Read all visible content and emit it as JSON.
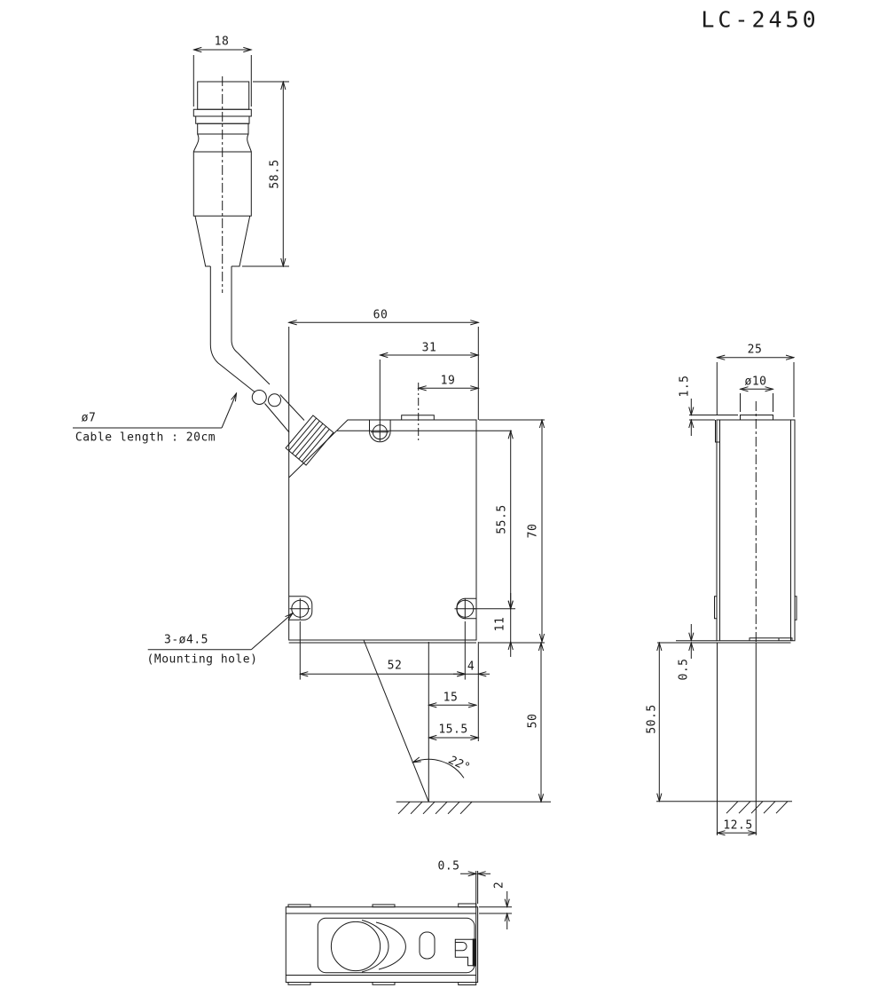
{
  "style": {
    "ink": "#1a1a1a",
    "background": "#ffffff"
  },
  "title": "LC-2450",
  "connector_view": {
    "dims": {
      "width": "18",
      "height": "58.5"
    },
    "cable": {
      "diameter_label": "ø7",
      "length_label": "Cable length : 20cm"
    }
  },
  "front_view": {
    "dims": {
      "body_width": "60",
      "hole_to_edge": "31",
      "tab_to_edge": "19",
      "top_to_hole": "55.5",
      "body_height": "70",
      "hole_to_bottom": "11",
      "hole_pitch": "52",
      "hole_to_right": "4",
      "beam_to_edge": "15",
      "beam_to_edge_outer": "15.5",
      "reference_distance": "50",
      "beam_angle": "22°"
    },
    "mounting_hole_label": {
      "line1": "3-ø4.5",
      "line2": "(Mounting hole)"
    }
  },
  "side_view": {
    "dims": {
      "body_depth": "25",
      "top_boss_diameter": "ø10",
      "top_boss_height": "1.5",
      "bottom_step": "0.5",
      "bottom_to_ground": "50.5",
      "beam_offset": "12.5"
    }
  },
  "bottom_view": {
    "dims": {
      "edge_step": "0.5",
      "rim_width": "2"
    }
  }
}
